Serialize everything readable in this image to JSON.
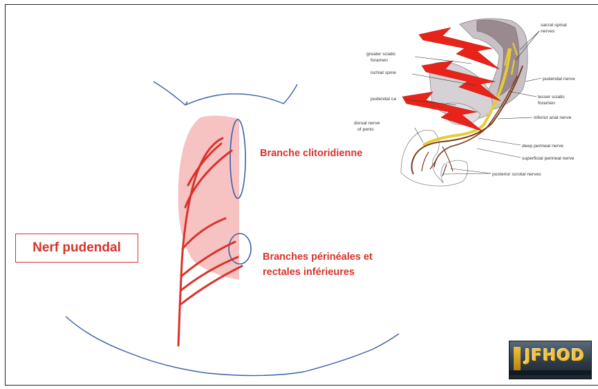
{
  "slide": {
    "title": "Nerf pudendal",
    "labels": {
      "clitoral": "Branche clitoridienne",
      "perineal_line1": "Branches périnéales et",
      "perineal_line2": "rectales inférieures"
    }
  },
  "anatomy_inset": {
    "labels": {
      "sacral_1": "sacral spinal",
      "sacral_2": "nerves",
      "greater_sciatic_1": "greater sciatic",
      "greater_sciatic_2": "foramen",
      "ischial_spine": "ischial spine",
      "pudendal_canal": "pudendal ca",
      "dorsal_nerve_1": "dorsal nerve",
      "dorsal_nerve_2": "of penis",
      "pudendal_nerve": "pudendal nerve",
      "lesser_sciatic_1": "lesser sciatic",
      "lesser_sciatic_2": "foramen",
      "inferior_anal": "inferior anal nerve",
      "deep_perineal": "deep perineal nerve",
      "superficial_perineal": "superficial perineal nerve",
      "posterior_scrotal": "posterior scrotal nerves"
    }
  },
  "colors": {
    "nerve_red": "#d9322a",
    "outline_blue": "#3b5fa8",
    "highlight_pink": "#f4b7b7",
    "bolt_red": "#e8241a",
    "nerve_yellow": "#e6cc33",
    "nerve_brown": "#7a3b1e"
  },
  "logo": {
    "text": "JFHOD"
  }
}
